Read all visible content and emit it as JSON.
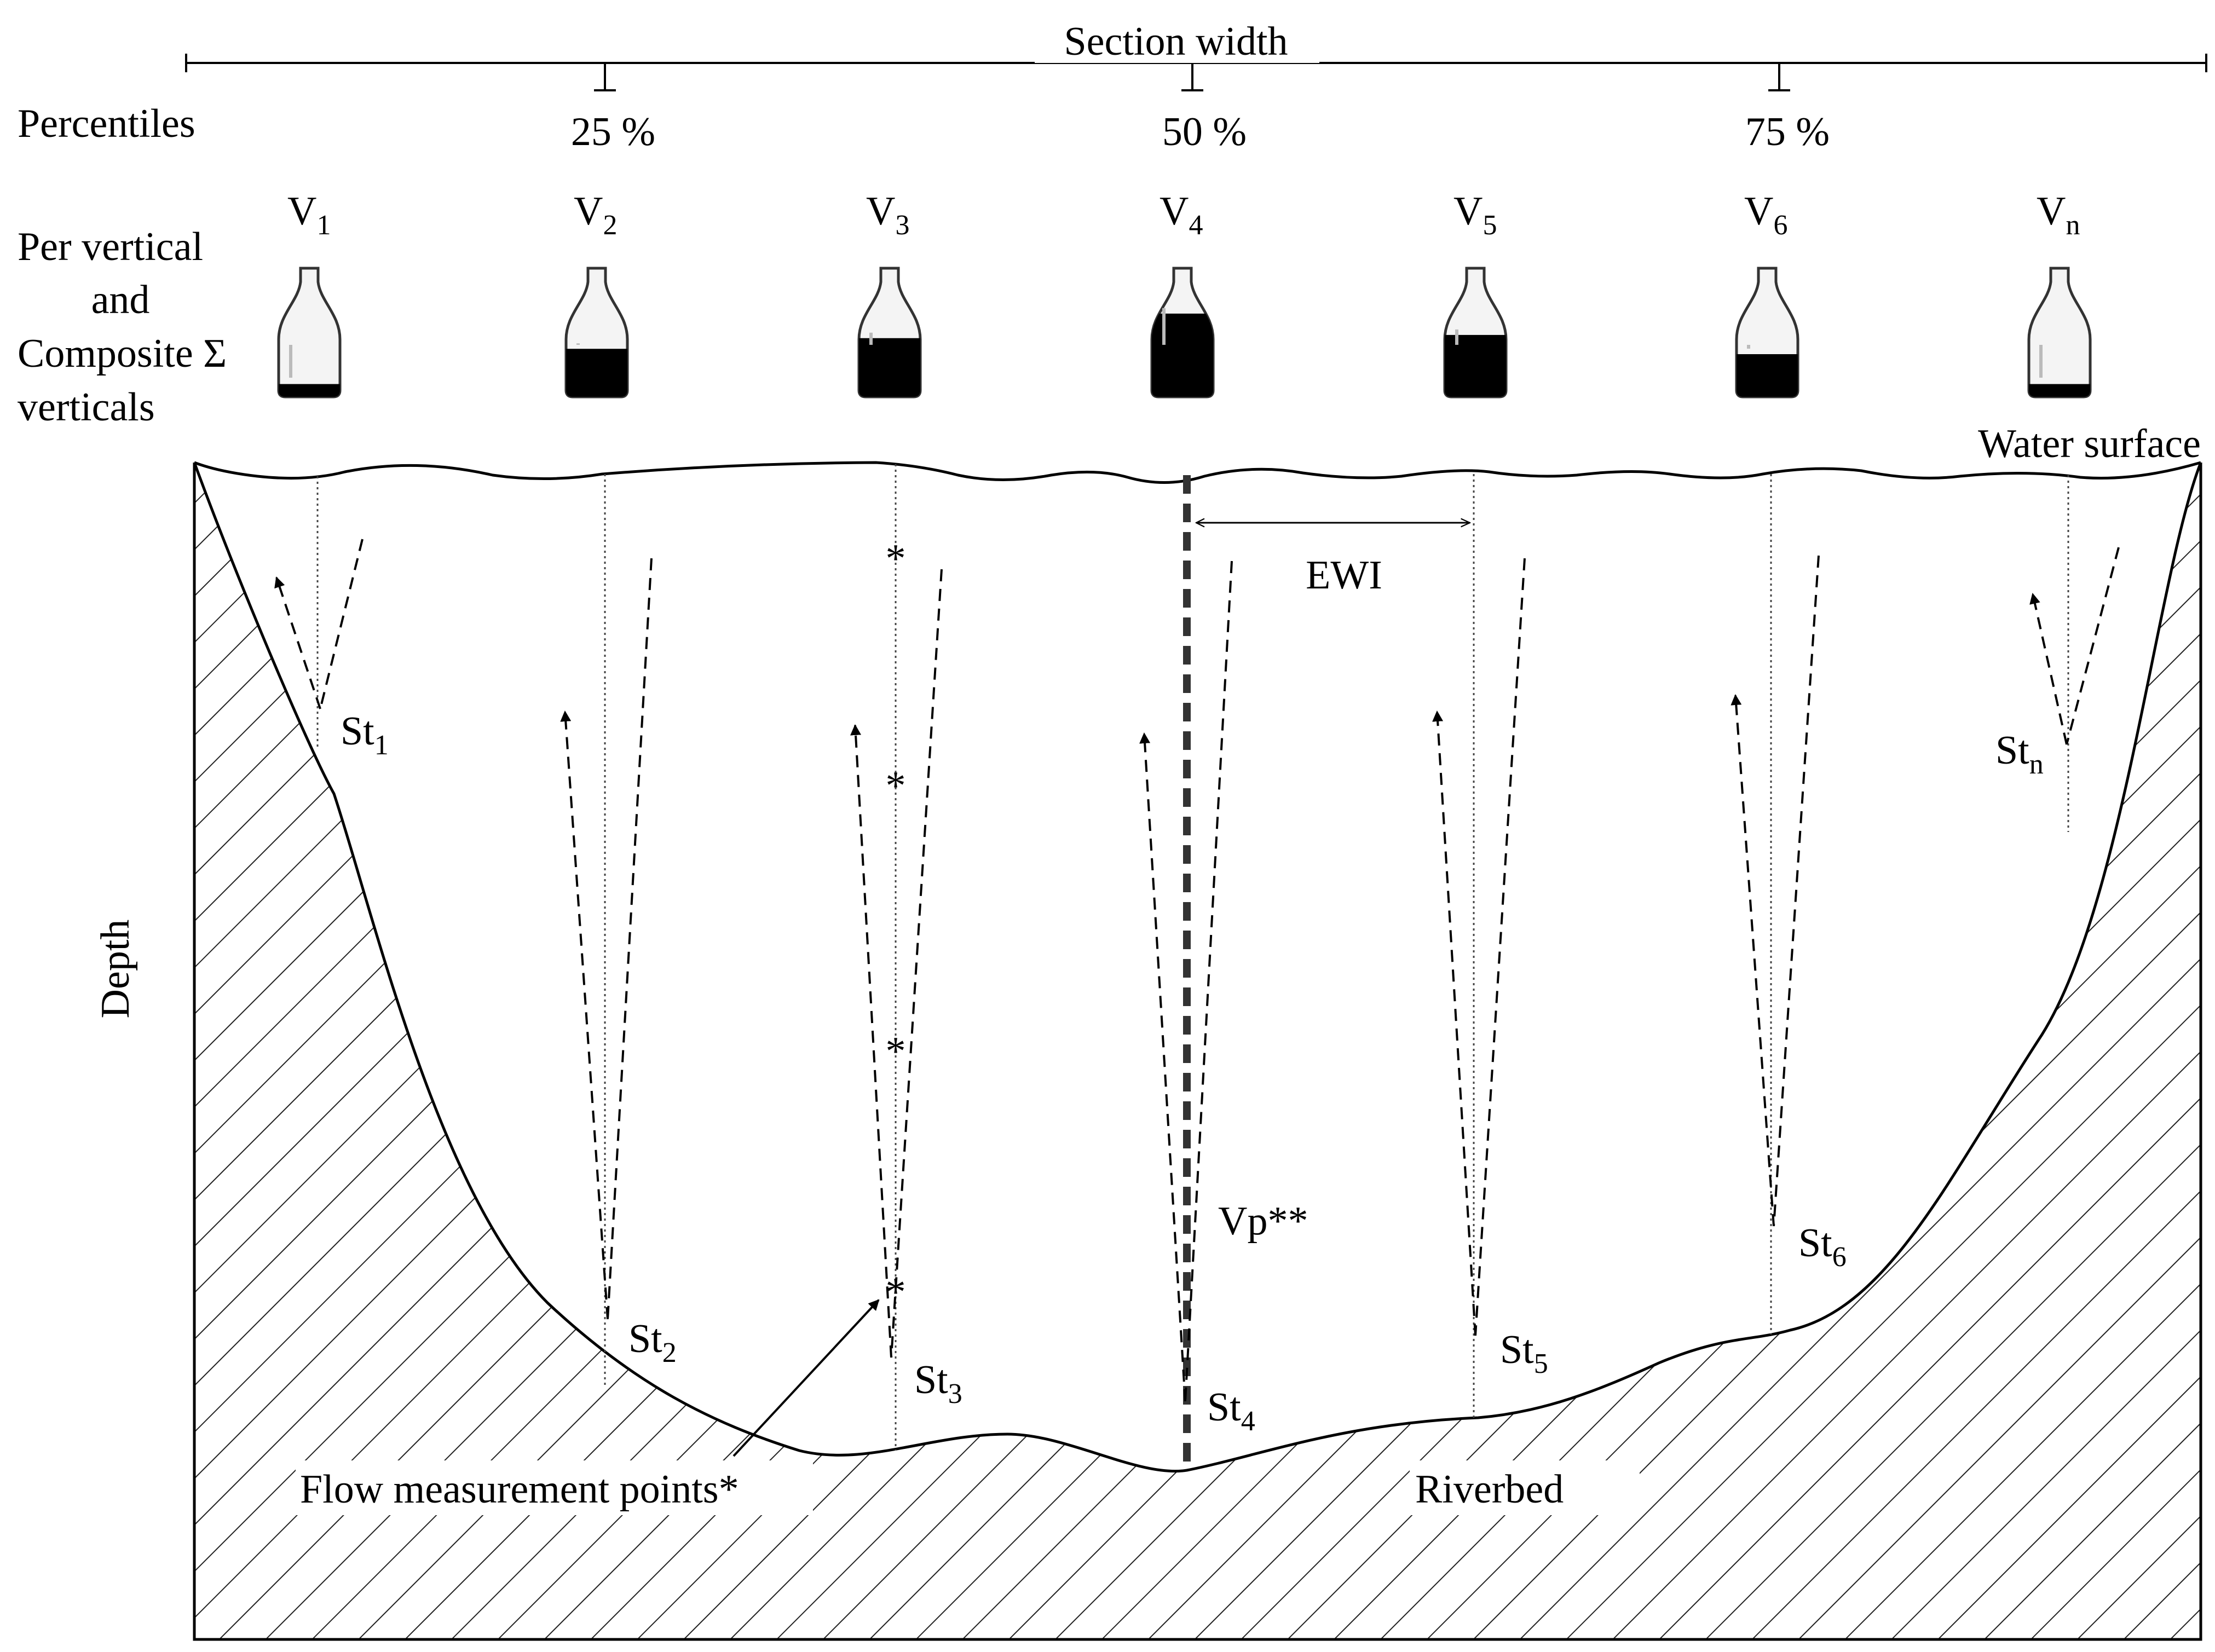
{
  "header": {
    "section_width": "Section width",
    "percentiles_label": "Percentiles",
    "percentiles": [
      "25 %",
      "50 %",
      "75 %"
    ]
  },
  "left_labels": {
    "line1": "Per vertical",
    "line2": "and",
    "line3": "Composite Σ",
    "line4": "verticals"
  },
  "verticals": [
    {
      "base": "V",
      "sub": "1",
      "fill": 0.12
    },
    {
      "base": "V",
      "sub": "2",
      "fill": 0.45
    },
    {
      "base": "V",
      "sub": "3",
      "fill": 0.55
    },
    {
      "base": "V",
      "sub": "4",
      "fill": 0.78
    },
    {
      "base": "V",
      "sub": "5",
      "fill": 0.58
    },
    {
      "base": "V",
      "sub": "6",
      "fill": 0.4
    },
    {
      "base": "V",
      "sub": "n",
      "fill": 0.12
    }
  ],
  "stations": [
    {
      "base": "St",
      "sub": "1"
    },
    {
      "base": "St",
      "sub": "2"
    },
    {
      "base": "St",
      "sub": "3"
    },
    {
      "base": "St",
      "sub": "4"
    },
    {
      "base": "St",
      "sub": "5"
    },
    {
      "base": "St",
      "sub": "6"
    },
    {
      "base": "St",
      "sub": "n"
    }
  ],
  "labels": {
    "water_surface": "Water surface",
    "ewi": "EWI",
    "depth": "Depth",
    "vp": "Vp**",
    "flow_points": "Flow measurement points*",
    "riverbed": "Riverbed",
    "asterisk": "*"
  },
  "colors": {
    "line": "#000000",
    "hatch": "#222222",
    "bottle_outline": "#333333",
    "bottle_fill": "#000000"
  }
}
